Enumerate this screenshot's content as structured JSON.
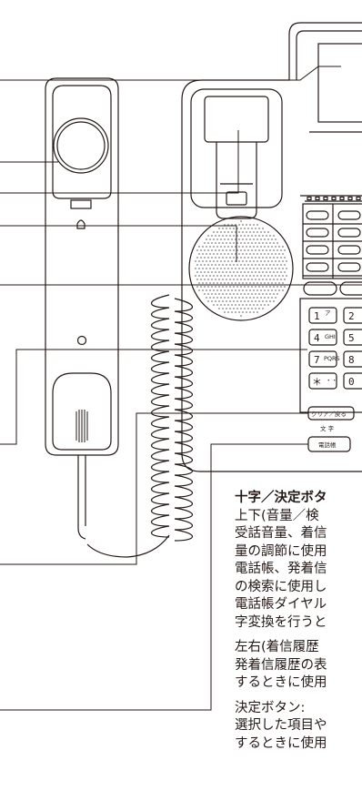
{
  "buttons": {
    "clear_back": "クリア／戻る",
    "moji": "文 字",
    "phonebook": "電話帳"
  },
  "dialpad": {
    "keys": [
      "1",
      "2",
      "4",
      "5",
      "7",
      "8",
      "＊",
      "0"
    ],
    "sublabels": [
      "ア",
      "GHI",
      "PQRS",
      "・・"
    ]
  },
  "description": {
    "title": "十字／決定ボタ",
    "paragraph1": [
      "上下(音量／検",
      "受話音量、着信",
      "量の調節に使用",
      "電話帳、発着信",
      "の検索に使用し",
      "電話帳ダイヤル",
      "字変換を行うと"
    ],
    "paragraph2": [
      "左右(着信履歴",
      "発着信履歴の表",
      "するときに使用"
    ],
    "paragraph3": [
      "決定ボタン:",
      "選択した項目や",
      "するときに使用"
    ]
  },
  "colors": {
    "line": "#231815",
    "background": "#ffffff",
    "speaker_fill": "#9a9a9a"
  }
}
